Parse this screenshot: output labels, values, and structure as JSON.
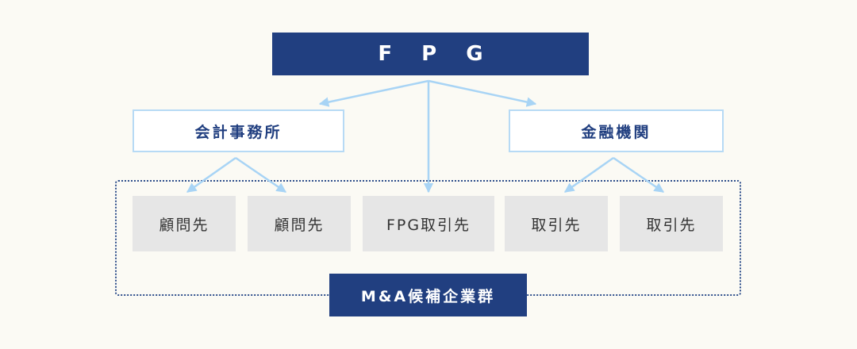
{
  "top": {
    "label": "F P G"
  },
  "middle": {
    "accounting": "会計事務所",
    "bank": "金融機関"
  },
  "leaves": [
    {
      "label": "顧問先"
    },
    {
      "label": "顧問先"
    },
    {
      "label": "FPG取引先"
    },
    {
      "label": "取引先"
    },
    {
      "label": "取引先"
    }
  ],
  "group": {
    "label": "M&A候補企業群"
  },
  "colors": {
    "navy": "#213f80",
    "arrow": "#a8d4f5",
    "leaf_bg": "#e6e6e6",
    "background": "#fbfaf4"
  }
}
